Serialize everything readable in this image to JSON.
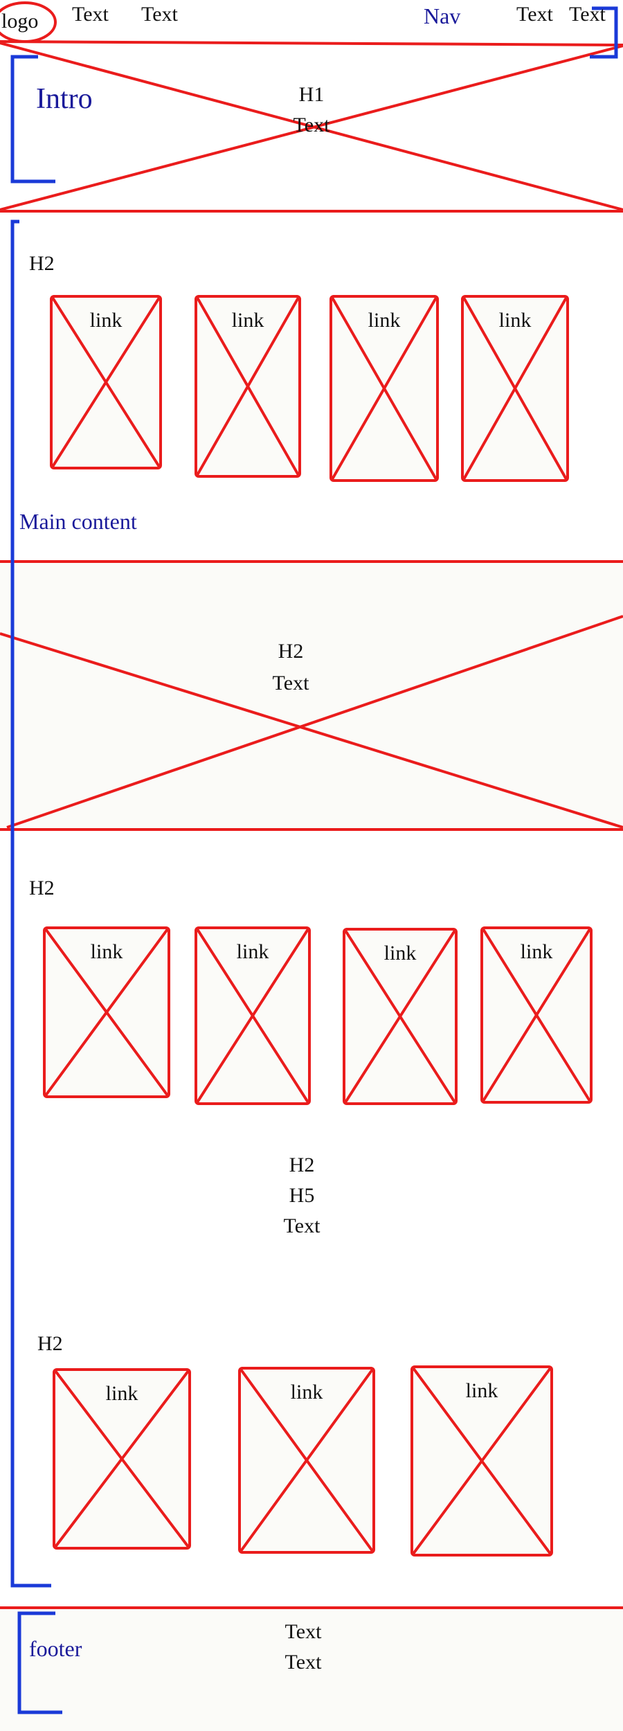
{
  "colors": {
    "wire": "#ea1c1c",
    "annotation": "#1a1a9a",
    "band": "#fbfbf8",
    "text": "#111111"
  },
  "header": {
    "logo": "logo",
    "nav_text_1": "Text",
    "nav_text_2": "Text",
    "nav_annotation": "Nav",
    "nav_text_3": "Text",
    "nav_text_4": "Text"
  },
  "intro": {
    "annotation": "Intro",
    "h1": "H1",
    "text": "Text"
  },
  "main": {
    "annotation": "Main content",
    "section1": {
      "h2": "H2",
      "cards": [
        "link",
        "link",
        "link",
        "link"
      ]
    },
    "banner": {
      "h2": "H2",
      "text": "Text"
    },
    "section2": {
      "h2": "H2",
      "cards": [
        "link",
        "link",
        "link",
        "link"
      ]
    },
    "middle": {
      "h2": "H2",
      "h5": "H5",
      "text": "Text"
    },
    "section3": {
      "h2": "H2",
      "cards": [
        "link",
        "link",
        "link"
      ]
    }
  },
  "footer": {
    "annotation": "footer",
    "text_1": "Text",
    "text_2": "Text"
  }
}
